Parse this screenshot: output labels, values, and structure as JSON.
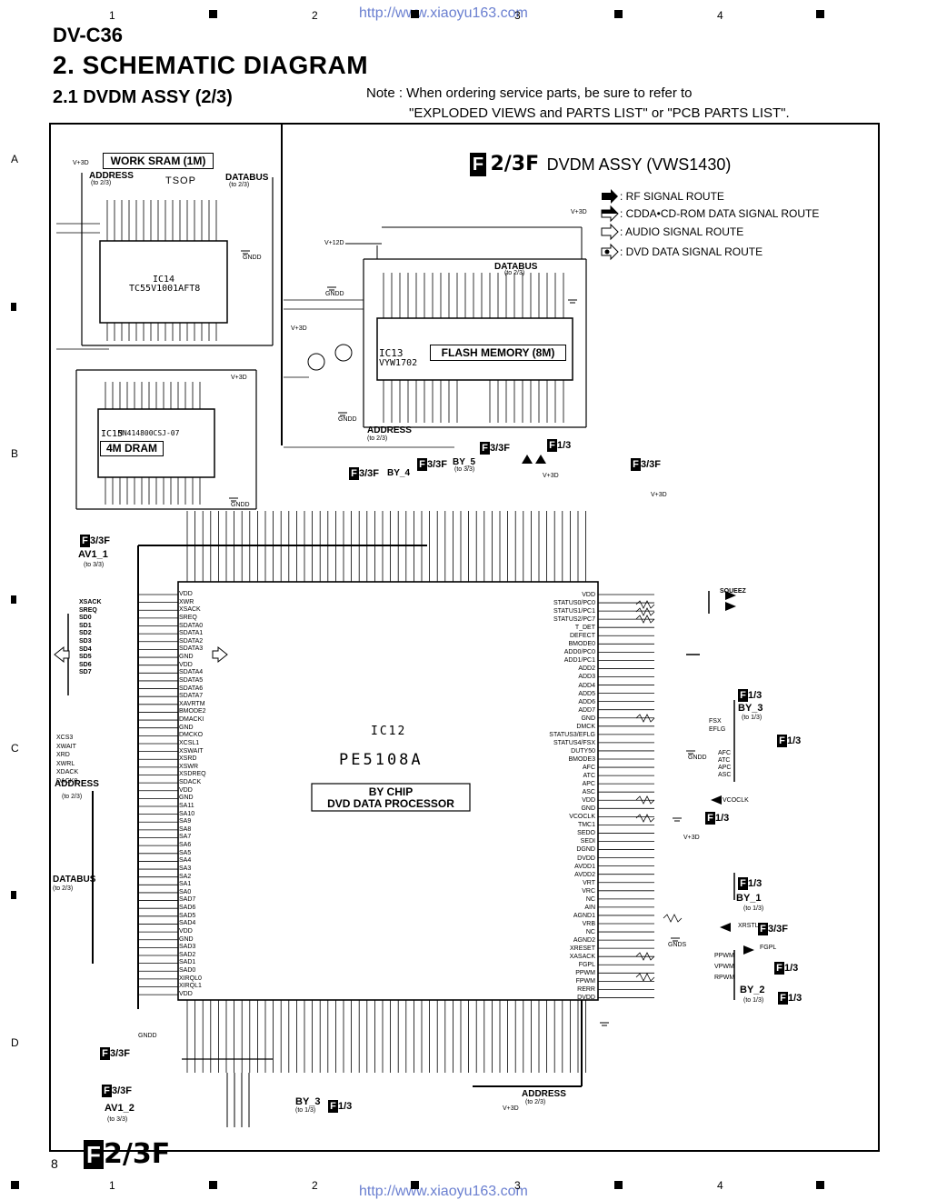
{
  "header": {
    "model": "DV-C36",
    "title": "2. SCHEMATIC DIAGRAM",
    "subtitle": "2.1 DVDM ASSY (2/3)",
    "note_line1": "Note : When ordering service parts, be sure to refer to",
    "note_line2": "\"EXPLODED VIEWS and PARTS LIST\" or \"PCB PARTS LIST\".",
    "url": "http://www.xiaoyu163.com"
  },
  "grid": {
    "columns": [
      "1",
      "2",
      "3",
      "4"
    ],
    "rows": [
      "A",
      "B",
      "C",
      "D"
    ]
  },
  "assy": {
    "badge_letter": "F",
    "badge_text": "2/3F",
    "name": "DVDM ASSY (VWS1430)"
  },
  "legend": [
    {
      "label": ": RF SIGNAL ROUTE",
      "icon": "arrow-solid-icon"
    },
    {
      "label": ": CDDA•CD-ROM DATA SIGNAL ROUTE",
      "icon": "arrow-half-icon"
    },
    {
      "label": ": AUDIO SIGNAL ROUTE",
      "icon": "arrow-outline-icon"
    },
    {
      "label": ": DVD DATA SIGNAL ROUTE",
      "icon": "arrow-dot-icon"
    }
  ],
  "blocks": {
    "sram_label": "WORK SRAM (1M)",
    "sram_pkg": "TSOP",
    "sram_ic": "IC14",
    "sram_part": "TC55V1001AFT8",
    "dram_label": "4M DRAM",
    "dram_ic": "IC15",
    "dram_part": "MN414800CSJ-07",
    "flash_label": "FLASH MEMORY (8M)",
    "flash_ic": "IC13",
    "flash_part": "VYW1702",
    "main_ic": "IC12",
    "main_part": "PE5108A",
    "main_desc1": "BY CHIP",
    "main_desc2": "DVD DATA PROCESSOR"
  },
  "buses": {
    "address": "ADDRESS",
    "databus": "DATABUS",
    "to23": "(to 2/3)",
    "to33": "(to 3/3)",
    "to13": "(to 1/3)"
  },
  "connectors": {
    "av1_1": "AV1_1",
    "av1_2": "AV1_2",
    "by_3": "BY_3",
    "by_1": "BY_1",
    "by_2": "BY_2",
    "by_4": "BY_4",
    "by_5": "BY_5",
    "f13": "1/3",
    "f33": "3/3F",
    "f23": "2/3F"
  },
  "power": {
    "v3d": "V+3D",
    "v12d": "V+12D",
    "gndd": "GNDD",
    "gnds": "GNDS"
  },
  "signals_left": [
    "XSACK",
    "SREQ",
    "SD0",
    "SD1",
    "SD2",
    "SD3",
    "SD4",
    "SD5",
    "SD6",
    "SD7"
  ],
  "signals_left_lower": [
    "XCS3",
    "XWAIT",
    "XRD",
    "XWRL",
    "XDACK",
    "DACK0"
  ],
  "signals_right": [
    "SQUEEZ",
    "FSX",
    "EFLG",
    "AFC",
    "ATC",
    "APC",
    "ASC",
    "VCOCLK",
    "XRSTL",
    "FGPL",
    "PPWM",
    "VPWM",
    "RPWM"
  ],
  "ic12_left_pins": [
    "VDD",
    "XWR",
    "XSACK",
    "SREQ",
    "SDATA0",
    "SDATA1",
    "SDATA2",
    "SDATA3",
    "GND",
    "VDD",
    "SDATA4",
    "SDATA5",
    "SDATA6",
    "SDATA7",
    "XAVRTM",
    "BMODE2",
    "DMACKI",
    "GND",
    "DMCKO",
    "XCSL1",
    "XSWAIT",
    "XSRD",
    "XSWR",
    "XSDREQ",
    "SDACK",
    "VDD",
    "GND",
    "SA11",
    "SA10",
    "SA9",
    "SA8",
    "SA7",
    "SA6",
    "SA5",
    "SA4",
    "SA3",
    "SA2",
    "SA1",
    "SA0",
    "SAD7",
    "SAD6",
    "SAD5",
    "SAD4",
    "VDD",
    "GND",
    "SAD3",
    "SAD2",
    "SAD1",
    "SAD0",
    "XIRQL0",
    "XIRQL1",
    "VDD"
  ],
  "ic12_right_pins": [
    "VDD",
    "STATUS0/PC0",
    "STATUS1/PC1",
    "STATUS2/PC7",
    "T_DET",
    "DEFECT",
    "BMODE0",
    "ADD0/PC0",
    "ADD1/PC1",
    "ADD2",
    "ADD3",
    "ADD4",
    "ADD5",
    "ADD6",
    "ADD7",
    "GND",
    "DMCK",
    "STATUS3/EFLG",
    "STATUS4/FSX",
    "DUTY50",
    "BMODE3",
    "AFC",
    "ATC",
    "APC",
    "ASC",
    "VDD",
    "GND",
    "VCOCLK",
    "TMC1",
    "SEDO",
    "SEDI",
    "DGND",
    "DVDD",
    "AVDD1",
    "AVDD2",
    "VRT",
    "VRC",
    "NC",
    "AIN",
    "AGND1",
    "VRB",
    "NC",
    "AGND2",
    "XRESET",
    "XASACK",
    "FGPL",
    "PPWM",
    "FPWM",
    "RERR",
    "DVDD"
  ]
}
